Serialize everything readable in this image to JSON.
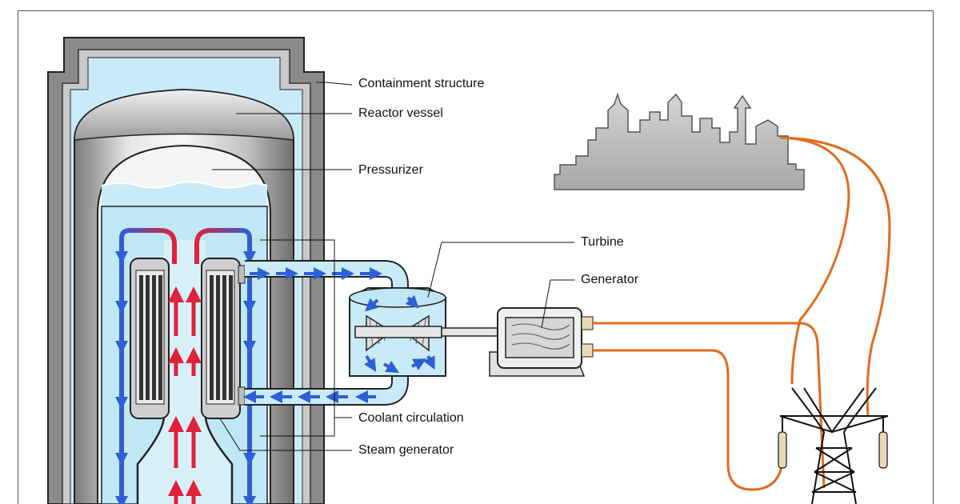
{
  "labels": {
    "containment": "Containment structure",
    "vessel": "Reactor vessel",
    "pressurizer": "Pressurizer",
    "turbine": "Turbine",
    "generator": "Generator",
    "coolant": "Coolant circulation",
    "steam_generator": "Steam generator"
  },
  "colors": {
    "water": "#c8ebf7",
    "hot": "#e0223a",
    "cold": "#2f5fd6",
    "power_line": "#e06b1e",
    "skyline": "#b9b9b9",
    "containment_wall": "#8a8a8a"
  }
}
